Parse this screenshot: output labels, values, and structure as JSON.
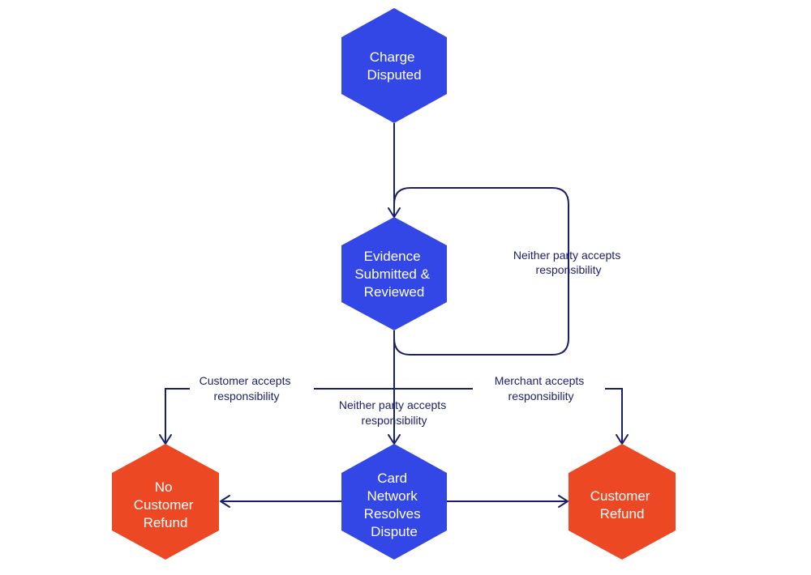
{
  "colors": {
    "process": "#3346e6",
    "outcome": "#eb4823",
    "edge": "#1a1f6b"
  },
  "nodes": {
    "charge_disputed": {
      "lines": [
        "Charge",
        "Disputed"
      ]
    },
    "evidence_reviewed": {
      "lines": [
        "Evidence",
        "Submitted &",
        "Reviewed"
      ]
    },
    "card_network": {
      "lines": [
        "Card",
        "Network",
        "Resolves",
        "Dispute"
      ]
    },
    "no_refund": {
      "lines": [
        "No",
        "Customer",
        "Refund"
      ]
    },
    "customer_refund": {
      "lines": [
        "Customer",
        "Refund"
      ]
    }
  },
  "edges": {
    "loop": {
      "lines": [
        "Neither party accepts",
        "responsibility"
      ]
    },
    "customer_accepts": {
      "lines": [
        "Customer accepts",
        "responsibility"
      ]
    },
    "neither_accepts": {
      "lines": [
        "Neither party accepts",
        "responsibility"
      ]
    },
    "merchant_accepts": {
      "lines": [
        "Merchant accepts",
        "responsibility"
      ]
    }
  }
}
